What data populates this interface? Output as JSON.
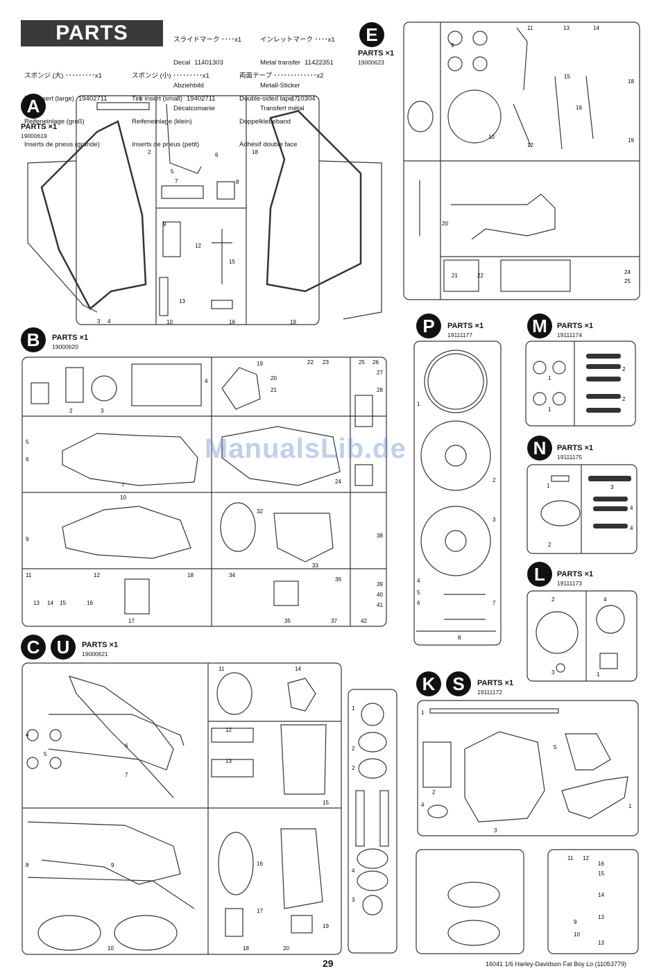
{
  "header": {
    "title": "PARTS",
    "legend": [
      {
        "ja": "スライドマーク ････x1",
        "code": "",
        "lines": [
          "Decal",
          "Abziehbild",
          "Décalcomanie"
        ],
        "num": "11401303"
      },
      {
        "ja": "インレットマーク ････x1",
        "lines": [
          "Metal transfer",
          "Metall-Sticker",
          "Transfert métal"
        ],
        "num": "11422351"
      },
      {
        "ja": "スポンジ (大) ･････････x1",
        "lines": [
          "Tire insert (large)",
          "Reifeneinlage (groß)",
          "Inserts de pneus (grande)"
        ],
        "num": "19402711"
      },
      {
        "ja": "スポンジ (小) ･････････x1",
        "lines": [
          "Tire insert (small)",
          "Reifeneinlage (klein)",
          "Inserts de pneus (petit)"
        ],
        "num": "19402711"
      },
      {
        "ja": "両面テープ ･････････････x2",
        "lines": [
          "Double-sided tape",
          "Doppelklebeband",
          "Adhésif double face"
        ],
        "num": "10304"
      }
    ]
  },
  "sections": {
    "A": {
      "letter": "A",
      "label": "PARTS",
      "count": "×1",
      "code": "19000619"
    },
    "E": {
      "letter": "E",
      "label": "PARTS",
      "count": "×1",
      "code": "19000623"
    },
    "B": {
      "letter": "B",
      "label": "PARTS",
      "count": "×1",
      "code": "19000620"
    },
    "P": {
      "letter": "P",
      "label": "PARTS",
      "count": "×1",
      "code": "19111177"
    },
    "M": {
      "letter": "M",
      "label": "PARTS",
      "count": "×1",
      "code": "19111174"
    },
    "N": {
      "letter": "N",
      "label": "PARTS",
      "count": "×1",
      "code": "19111175"
    },
    "L": {
      "letter": "L",
      "label": "PARTS",
      "count": "×1",
      "code": "19111173"
    },
    "CU": {
      "letter1": "C",
      "letter2": "U",
      "label": "PARTS",
      "count": "×1",
      "code": "19000621"
    },
    "KS": {
      "letter1": "K",
      "letter2": "S",
      "label": "PARTS",
      "count": "×1",
      "code": "19111172"
    }
  },
  "watermark": "ManualsLib.de",
  "footer": {
    "page": "29",
    "text": "16041 1/6 Harley-Davidson Fat Boy Lo (11053779)"
  }
}
